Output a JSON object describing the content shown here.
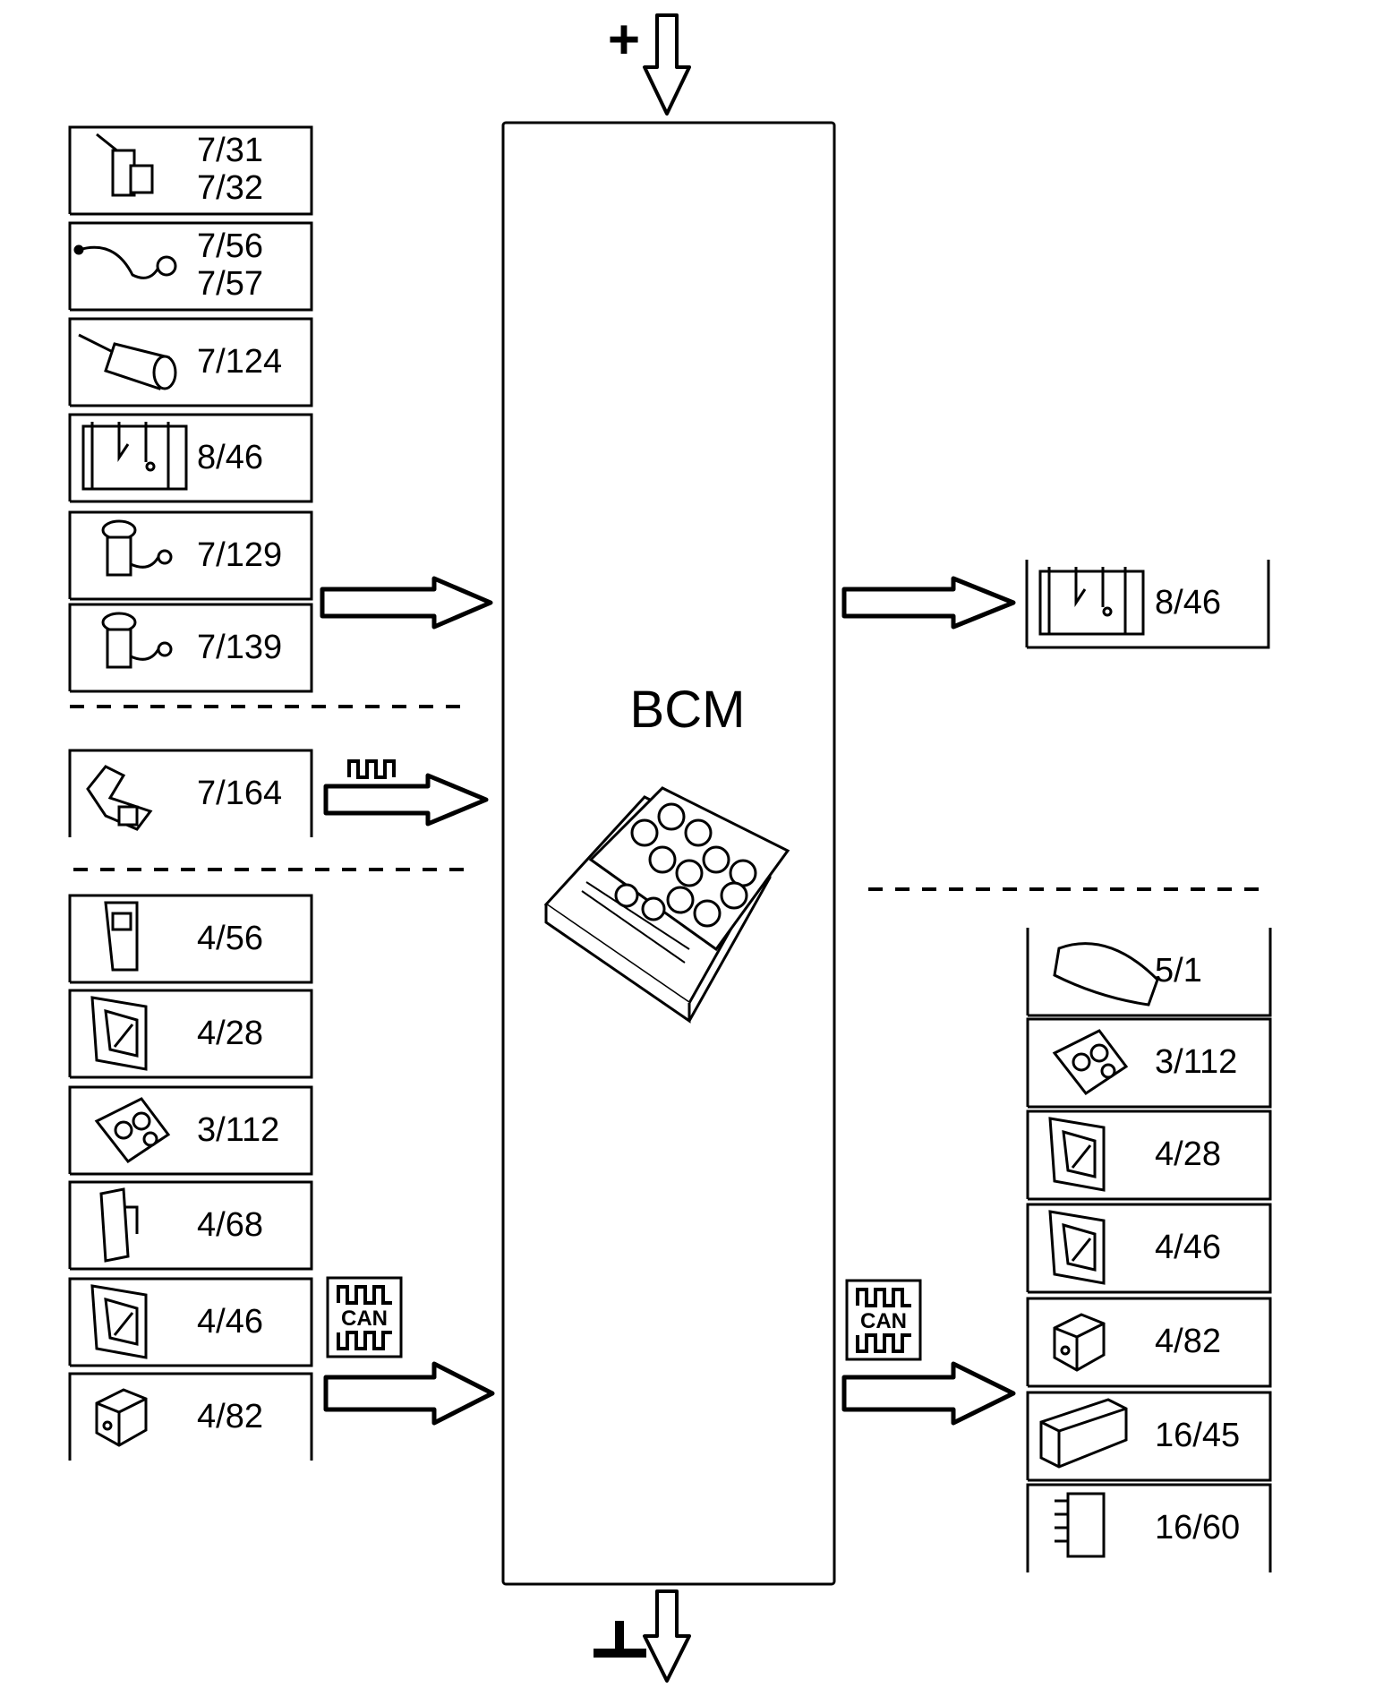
{
  "bcm": {
    "title": "BCM"
  },
  "supply": {
    "positive": "+"
  },
  "signal_label": "CAN",
  "inputs_group_a": [
    {
      "line1": "7/31",
      "line2": "7/32",
      "icon": "lever-switch-icon"
    },
    {
      "line1": "7/56",
      "line2": "7/57",
      "icon": "cable-sensor-icon"
    },
    {
      "line1": "7/124",
      "line2": "",
      "icon": "motor-icon"
    },
    {
      "line1": "8/46",
      "line2": "",
      "icon": "relay-switch-icon"
    },
    {
      "line1": "7/129",
      "line2": "",
      "icon": "pump-sensor-icon"
    },
    {
      "line1": "7/139",
      "line2": "",
      "icon": "pump-sensor-icon"
    }
  ],
  "inputs_group_b": [
    {
      "line1": "7/164",
      "line2": "",
      "icon": "bracket-sensor-icon"
    }
  ],
  "inputs_group_c": [
    {
      "line1": "4/56",
      "line2": "",
      "icon": "panel-module-icon"
    },
    {
      "line1": "4/28",
      "line2": "",
      "icon": "ecu-module-icon"
    },
    {
      "line1": "3/112",
      "line2": "",
      "icon": "instrument-cluster-icon"
    },
    {
      "line1": "4/68",
      "line2": "",
      "icon": "bracket-module-icon"
    },
    {
      "line1": "4/46",
      "line2": "",
      "icon": "ecu-module-icon"
    },
    {
      "line1": "4/82",
      "line2": "",
      "icon": "cube-module-icon"
    }
  ],
  "outputs_group_a": [
    {
      "line1": "8/46",
      "line2": "",
      "icon": "relay-switch-icon"
    }
  ],
  "outputs_group_b": [
    {
      "line1": "5/1",
      "line2": "",
      "icon": "dashboard-icon"
    },
    {
      "line1": "3/112",
      "line2": "",
      "icon": "instrument-cluster-icon"
    },
    {
      "line1": "4/28",
      "line2": "",
      "icon": "ecu-module-icon"
    },
    {
      "line1": "4/46",
      "line2": "",
      "icon": "ecu-module-icon"
    },
    {
      "line1": "4/82",
      "line2": "",
      "icon": "cube-module-icon"
    },
    {
      "line1": "16/45",
      "line2": "",
      "icon": "radio-unit-icon"
    },
    {
      "line1": "16/60",
      "line2": "",
      "icon": "control-panel-icon"
    }
  ],
  "colors": {
    "line": "#000000",
    "background": "#ffffff"
  }
}
